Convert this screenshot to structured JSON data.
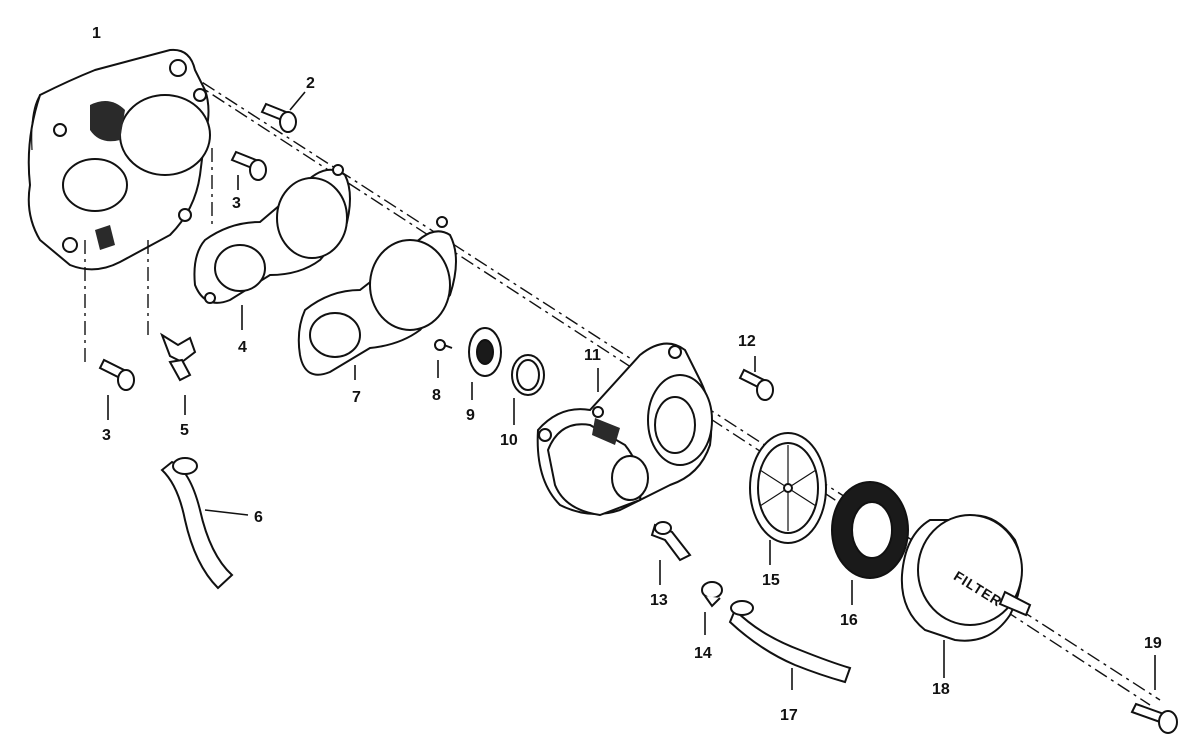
{
  "callouts": [
    {
      "id": "1",
      "label": "1"
    },
    {
      "id": "2",
      "label": "2"
    },
    {
      "id": "3a",
      "label": "3"
    },
    {
      "id": "3b",
      "label": "3"
    },
    {
      "id": "4",
      "label": "4"
    },
    {
      "id": "5",
      "label": "5"
    },
    {
      "id": "6",
      "label": "6"
    },
    {
      "id": "7",
      "label": "7"
    },
    {
      "id": "8",
      "label": "8"
    },
    {
      "id": "9",
      "label": "9"
    },
    {
      "id": "10",
      "label": "10"
    },
    {
      "id": "11",
      "label": "11"
    },
    {
      "id": "12",
      "label": "12"
    },
    {
      "id": "13",
      "label": "13"
    },
    {
      "id": "14",
      "label": "14"
    },
    {
      "id": "15",
      "label": "15"
    },
    {
      "id": "16",
      "label": "16"
    },
    {
      "id": "17",
      "label": "17"
    },
    {
      "id": "18",
      "label": "18"
    },
    {
      "id": "19",
      "label": "19"
    }
  ],
  "filter_text": "FILTER"
}
